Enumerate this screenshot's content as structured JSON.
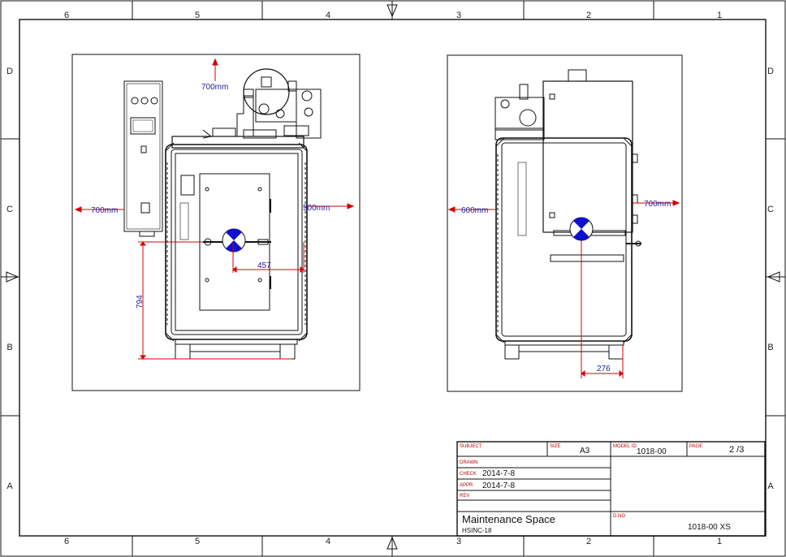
{
  "border": {
    "col_labels": [
      "6",
      "5",
      "4",
      "3",
      "2",
      "1"
    ],
    "row_labels": [
      "D",
      "C",
      "B",
      "A"
    ]
  },
  "left_view": {
    "dim_top": "700mm",
    "dim_left": "700mm",
    "dim_right": "500mm",
    "dim_arm": "457",
    "dim_height": "794"
  },
  "right_view": {
    "dim_left": "600mm",
    "dim_right": "700mm",
    "dim_bottom": "276"
  },
  "title_block": {
    "subject_label": "SUBJECT",
    "size_label": "SIZE",
    "size_value": "A3",
    "model_label": "MODEL ID",
    "model_value": "1018-00",
    "page_label": "PAGE",
    "page_value": "2 /3",
    "drawn_label": "DRAWN",
    "check_label": "CHECK",
    "check_date": "2014-7-8",
    "appr_label": "APPR",
    "appr_date": "2014-7-8",
    "rev_label": "REV",
    "title": "Maintenance  Space",
    "subtitle": "HSINC-18",
    "dno_label": "D.NO",
    "dno_value": "1018-00 XS"
  },
  "colors": {
    "line": "#111111",
    "dimension": "#d40000",
    "dim_text": "#2020a0",
    "label_red": "#c00000",
    "marker_blue": "#1010d0"
  }
}
